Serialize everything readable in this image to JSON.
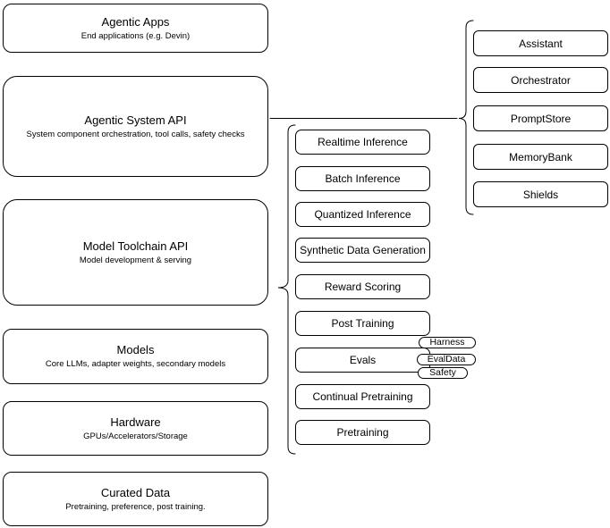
{
  "diagram": {
    "title": "Agentic system architecture diagram",
    "colors": {
      "background": "#ffffff",
      "line": "#000000",
      "text": "#000000",
      "node_fill": "#ffffff"
    },
    "left_column": [
      {
        "title": "Agentic Apps",
        "subtitle": "End applications (e.g. Devin)"
      },
      {
        "title": "Agentic System API",
        "subtitle": "System component orchestration, tool calls, safety checks"
      },
      {
        "title": "Model Toolchain API",
        "subtitle": "Model development & serving"
      },
      {
        "title": "Models",
        "subtitle": "Core LLMs, adapter weights, secondary models"
      },
      {
        "title": "Hardware",
        "subtitle": "GPUs/Accelerators/Storage"
      },
      {
        "title": "Curated Data",
        "subtitle": "Pretraining, preference, post training."
      }
    ],
    "toolchain_items": [
      "Realtime Inference",
      "Batch Inference",
      "Quantized Inference",
      "Synthetic Data Generation",
      "Reward Scoring",
      "Post Training",
      "Evals",
      "Continual Pretraining",
      "Pretraining"
    ],
    "system_components": [
      "Assistant",
      "Orchestrator",
      "PromptStore",
      "MemoryBank",
      "Shields"
    ],
    "eval_tags": [
      "Harness",
      "EvalData",
      "Safety"
    ]
  }
}
